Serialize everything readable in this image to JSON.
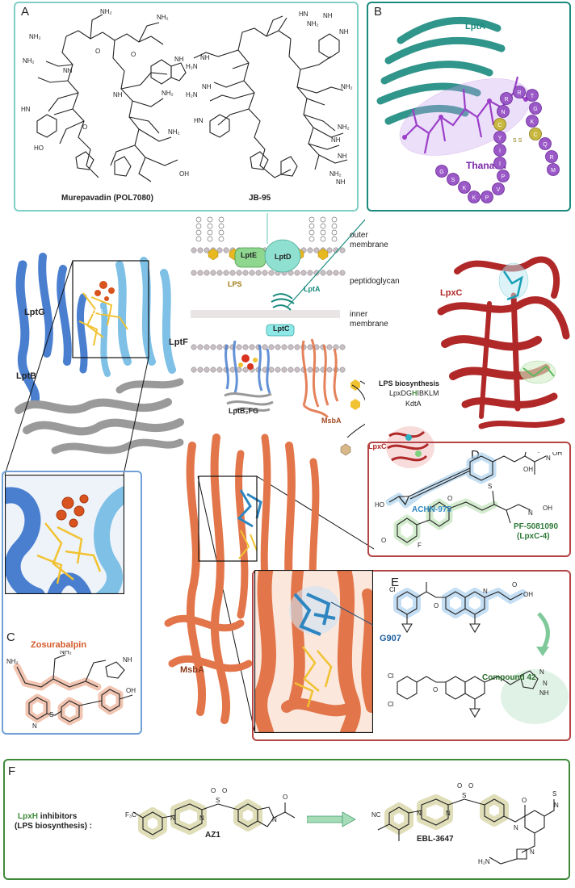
{
  "panels": {
    "a": {
      "label": "A",
      "murepavadin": "Murepavadin (POL7080)",
      "jb95": "JB-95"
    },
    "b": {
      "label": "B",
      "lpta": "LptA",
      "thanatin": "Thanatin",
      "residues": [
        "G",
        "S",
        "K",
        "K",
        "P",
        "V",
        "P",
        "I",
        "I",
        "Y",
        "C",
        "N",
        "R",
        "R",
        "T",
        "G",
        "K",
        "C",
        "Q",
        "R",
        "M"
      ]
    },
    "c": {
      "label": "C",
      "zosurabalpin": "Zosurabalpin"
    },
    "d": {
      "label": "D",
      "achn": "ACHN-975",
      "pf": "PF-5081090",
      "pf_sub": "(LpxC-4)"
    },
    "e": {
      "label": "E",
      "g907": "G907",
      "compound42": "Compound 42"
    },
    "f": {
      "label": "F",
      "lpxh": "LpxH",
      "inhibitors": " inhibitors",
      "lps_bio": "(LPS biosynthesis) :",
      "az1": "AZ1",
      "ebl": "EBL-3647"
    }
  },
  "proteins": {
    "lptg": "LptG",
    "lptf": "LptF",
    "lptb": "LptB",
    "lps_small": "LPS",
    "lpxc": "LpxC",
    "msba": "MsbA"
  },
  "envelope": {
    "outer": "outer\nmembrane",
    "pg": "peptidoglycan",
    "inner": "inner\nmembrane",
    "lpte": "LptE",
    "lptd": "LptD",
    "lpta": "LptA",
    "lptc": "LptC",
    "lps": "LPS",
    "lptb2fg": "LptB₂FG",
    "msba": "MsbA",
    "lpxc": "LpxC",
    "lps_biosynthesis": "LPS biosynthesis",
    "genes_pre": "LpxDG",
    "genes_hi": "H",
    "genes_post": "IBKLM",
    "kdta": "KdtA"
  },
  "colors": {
    "teal_border": "#7fcfc4",
    "teal_dark": "#1a8a7e",
    "blue_border": "#6fa0d8",
    "red_border": "#b54545",
    "green_border": "#3f8a3a",
    "lptg_blue": "#4a7fd0",
    "lptf_blue": "#7ec0e6",
    "grey": "#9a9a9a",
    "msba_orange": "#e2764a",
    "lpxc_red": "#b02828",
    "thanatin_purple": "#9b3fc8",
    "lps_yellow": "#f1c232",
    "zos_orange": "#e8a07f",
    "achn_blue": "#2e86c1",
    "pf_green": "#3c9a4a",
    "az_khaki": "#d8d6a8",
    "arrow_green": "#7fc99a"
  }
}
